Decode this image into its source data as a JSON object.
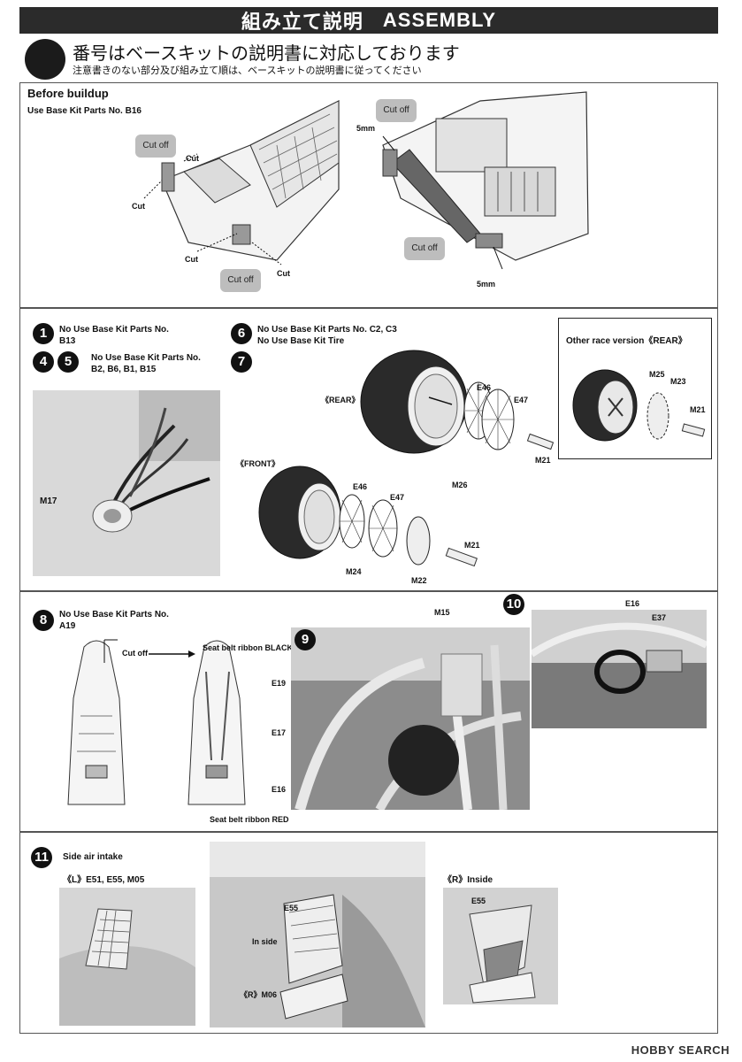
{
  "header": {
    "title_jp": "組み立て説明",
    "title_en": "ASSEMBLY"
  },
  "notes": {
    "main": "番号はベースキットの説明書に対応しております",
    "sub": "注意書きのない部分及び組み立て順は、ベースキットの説明書に従ってください"
  },
  "before_buildup": {
    "title": "Before buildup",
    "subtitle": "Use Base Kit Parts No. B16",
    "cut_off_1": "Cut off",
    "cut_off_2": "Cut off",
    "cut_off_3": "Cut off",
    "cut_off_4": "Cut off",
    "cut_1": "Cut",
    "cut_2": "Cut",
    "cut_3": "Cut",
    "cut_4": "Cut",
    "mm_1": "5mm",
    "mm_2": "5mm"
  },
  "step_1": {
    "num": "1",
    "line1": "No Use Base Kit Parts No.",
    "line2": "B13"
  },
  "step_45": {
    "num_a": "4",
    "num_b": "5",
    "line1": "No Use Base Kit Parts No.",
    "line2": "B2, B6, B1, B15",
    "part": "M17"
  },
  "step_67": {
    "num_a": "6",
    "num_b": "7",
    "line1": "No Use Base Kit Parts No. C2, C3",
    "line2": "No Use Base Kit Tire",
    "rear": "《REAR》",
    "front": "《FRONT》",
    "rear_parts": {
      "e46": "E46",
      "e47": "E47",
      "m21": "M21",
      "m26": "M26"
    },
    "front_parts": {
      "e46": "E46",
      "e47": "E47",
      "m21": "M21",
      "m24": "M24",
      "m22": "M22"
    }
  },
  "other_race": {
    "title": "Other race version《REAR》",
    "m25": "M25",
    "m23": "M23",
    "m21": "M21"
  },
  "step_8": {
    "num": "8",
    "line1": "No Use Base Kit Parts No.",
    "line2": "A19",
    "cut_off": "Cut off",
    "belt_black": "Seat belt ribbon BLACK",
    "belt_red": "Seat belt ribbon RED",
    "e19": "E19",
    "e17": "E17",
    "e16": "E16"
  },
  "step_9": {
    "num": "9",
    "m15": "M15"
  },
  "step_10": {
    "num": "10",
    "e16": "E16",
    "e37": "E37"
  },
  "step_11": {
    "num": "11",
    "title": "Side air intake",
    "left_label": "《L》E51, E55, M05",
    "e55_mid": "E55",
    "inside": "In side",
    "r_m06": "《R》M06",
    "right_label": "《R》Inside",
    "e55_right": "E55"
  },
  "watermark": "HOBBY SEARCH"
}
